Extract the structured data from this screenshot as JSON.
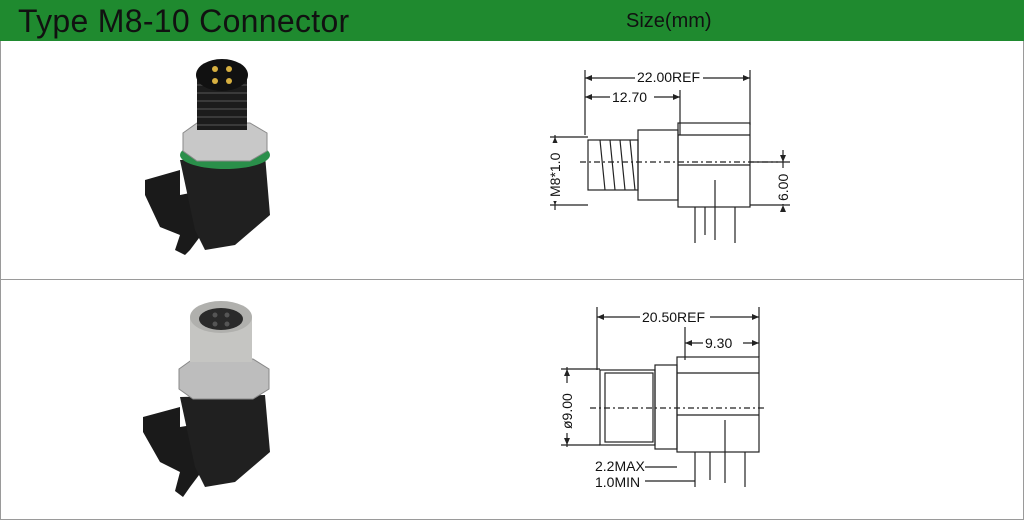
{
  "header": {
    "title": "Type M8-10 Connector",
    "size_label": "Size(mm)",
    "bg_color": "#1f8a2f"
  },
  "rows": [
    {
      "product": "male-right-angle-connector-photo",
      "dims": {
        "overall": "22.00REF",
        "partial": "12.70",
        "thread": "M8*1.0",
        "height": "6.00"
      }
    },
    {
      "product": "female-right-angle-connector-photo",
      "dims": {
        "overall": "20.50REF",
        "partial": "9.30",
        "diameter": "ø9.00",
        "max": "2.2MAX",
        "min": "1.0MIN"
      }
    }
  ]
}
